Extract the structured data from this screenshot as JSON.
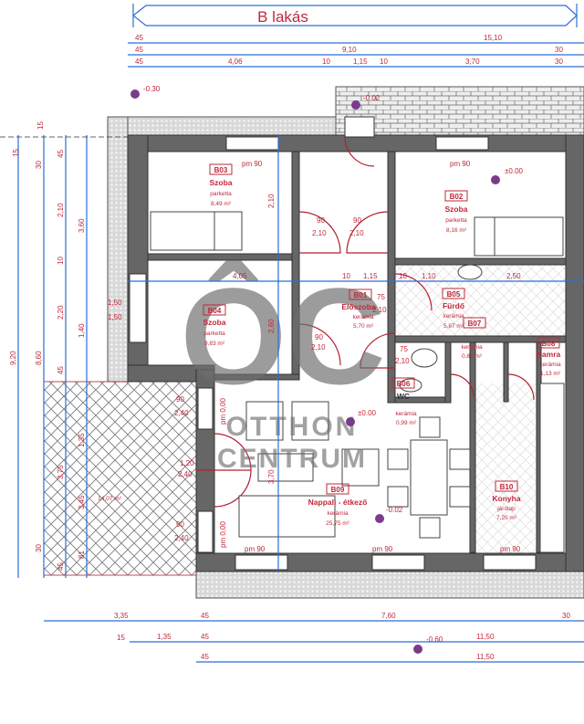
{
  "title": "B lakás",
  "colors": {
    "text": "#c0283a",
    "dimension": "#2a6fd8",
    "wall": "#666666",
    "watermark": "#6e6e6e"
  },
  "watermark": {
    "logo": "ÔC",
    "line1": "OTTHON",
    "line2": "CENTRUM"
  },
  "levels": {
    "entrance": "-0.30",
    "porch": "-0.02",
    "b02": "±0.00",
    "living": "±0.00",
    "dining": "-0.02",
    "ground": "-0.60"
  },
  "rooms": [
    {
      "code": "B03",
      "name": "Szoba",
      "floor": "parketta",
      "area": "8,49 m²"
    },
    {
      "code": "B04",
      "name": "Szoba",
      "floor": "parketta",
      "area": "9,83 m²"
    },
    {
      "code": "B01",
      "name": "Előszoba",
      "floor": "kerámia",
      "area": "5,70 m²"
    },
    {
      "code": "B02",
      "name": "Szoba",
      "floor": "parketta",
      "area": "8,16 m²"
    },
    {
      "code": "B05",
      "name": "Fürdő",
      "floor": "kerámia",
      "area": "5,87 m²"
    },
    {
      "code": "B07",
      "name": "",
      "floor": "kerámia",
      "area": "0,83 m²"
    },
    {
      "code": "B08",
      "name": "Kamra",
      "floor": "kerámia",
      "area": "1,13 m²"
    },
    {
      "code": "B06",
      "name": "WC",
      "floor": "kerámia",
      "area": "0,99 m²"
    },
    {
      "code": "B09",
      "name": "Nappali - étkező",
      "floor": "kerámia",
      "area": "25,75 m²"
    },
    {
      "code": "B10",
      "name": "Konyha",
      "floor": "járólap",
      "area": "7,20 m²"
    }
  ],
  "terrace_area": "14,07 m²",
  "dims_top": {
    "row1": [
      "45",
      "15,10"
    ],
    "row2": [
      "45",
      "9,10",
      "30"
    ],
    "row3": [
      "45",
      "4,06",
      "10",
      "1,15",
      "10",
      "3,70",
      "30"
    ]
  },
  "dims_bottom": {
    "row1": [
      "3,35",
      "45",
      "7,60",
      "30"
    ],
    "row2": [
      "15",
      "1,35",
      "45",
      "11,50"
    ],
    "row3": [
      "45",
      "11,50"
    ]
  },
  "dims_left": [
    "15",
    "9,20",
    "15",
    "30",
    "8,60",
    "45",
    "2,10",
    "10",
    "2,20",
    "45",
    "3,60",
    "1,40",
    "1,35",
    "3,75",
    "3,45",
    "30",
    "81",
    "45"
  ],
  "openings": {
    "window": "pm 90",
    "door_w1": "90",
    "door_h1": "2,10",
    "door_w2": "75",
    "door_h2": "2,10",
    "door_big_w": "1,20",
    "door_big_h": "2,40",
    "win_side": "1,50",
    "win_side_h": "1,50",
    "pm_side": "pm 0,00",
    "inner": [
      "2,10",
      "2,60",
      "4,05",
      "10",
      "1,15",
      "10",
      "1,10",
      "10",
      "2,50",
      "3,70",
      "1,10"
    ]
  }
}
